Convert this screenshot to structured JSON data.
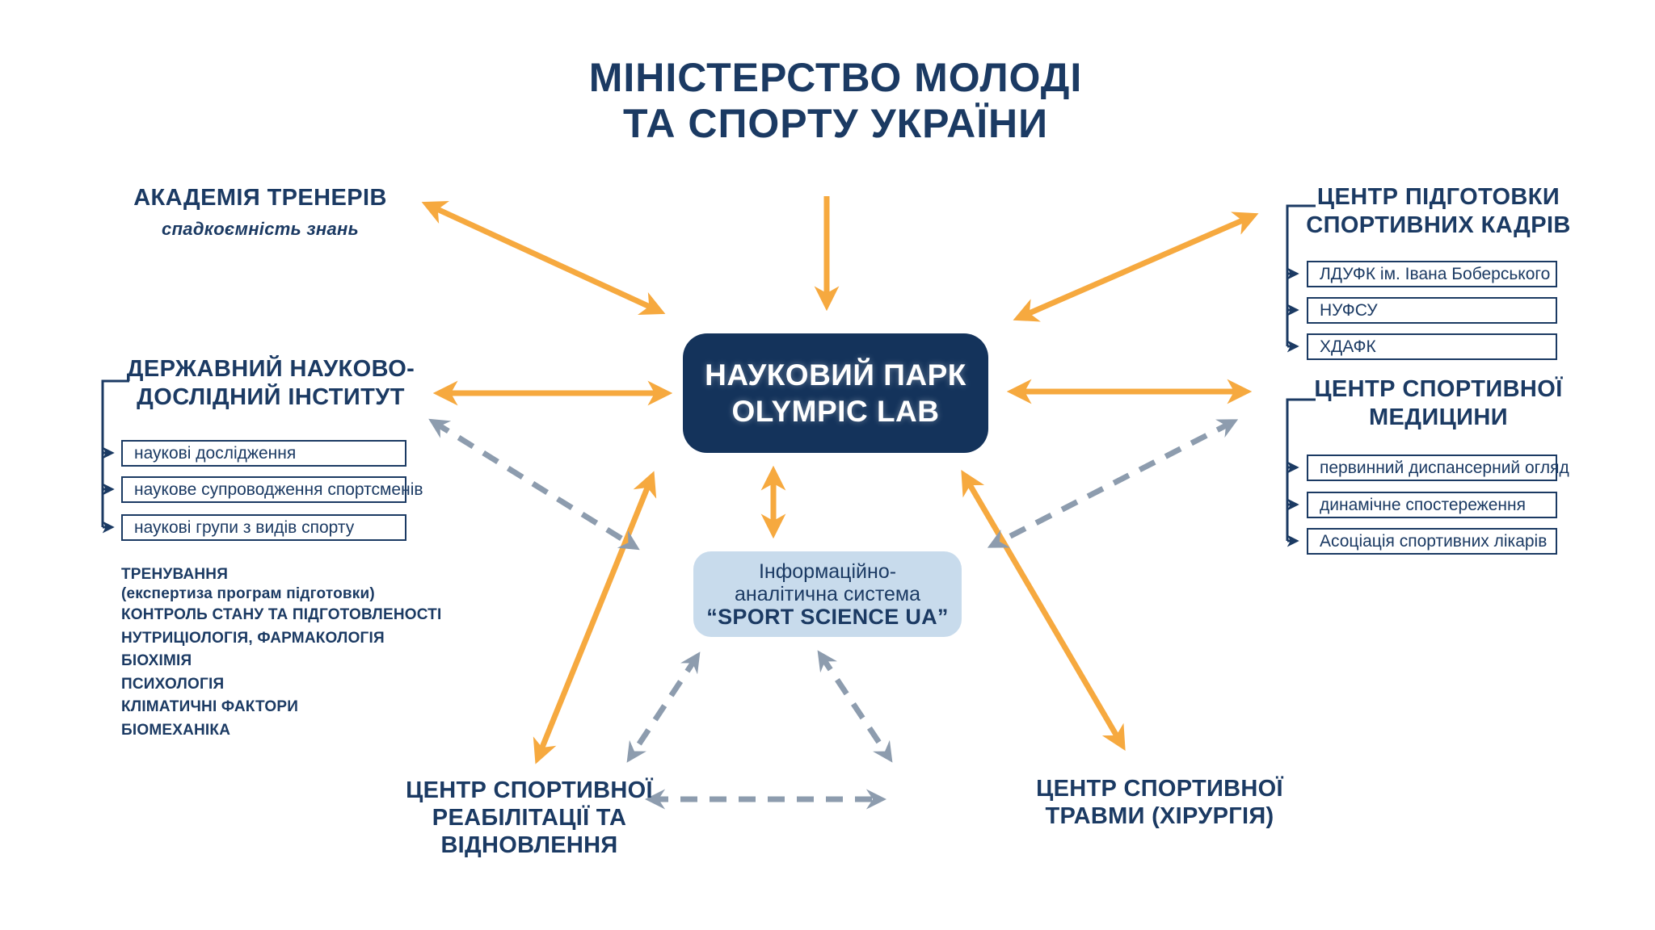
{
  "colors": {
    "navy": "#1b3a63",
    "navy_deep": "#14335b",
    "orange": "#f6a93f",
    "gray": "#8d9cae",
    "light_blue": "#c8dbec",
    "white": "#ffffff"
  },
  "title": {
    "line1": "МІНІСТЕРСТВО МОЛОДІ",
    "line2": "ТА СПОРТУ УКРАЇНИ"
  },
  "central": {
    "line1": "НАУКОВИЙ ПАРК",
    "line2": "OLYMPIC LAB"
  },
  "info_system": {
    "line1": "Інформаційно-",
    "line2": "аналітична система",
    "line3": "“SPORT SCIENCE UA”"
  },
  "academy": {
    "title": "АКАДЕМІЯ ТРЕНЕРІВ",
    "subtitle": "спадкоємність знань"
  },
  "institute": {
    "title_line1": "ДЕРЖАВНИЙ НАУКОВО-",
    "title_line2": "ДОСЛІДНИЙ ІНСТИТУТ",
    "items": [
      "наукові дослідження",
      "наукове супроводження спортсменів",
      "наукові групи з видів спорту"
    ]
  },
  "disciplines": [
    "ТРЕНУВАННЯ",
    "(експертиза програм підготовки)",
    "КОНТРОЛЬ СТАНУ ТА ПІДГОТОВЛЕНОСТІ",
    "НУТРИЦІОЛОГІЯ, ФАРМАКОЛОГІЯ",
    "БІОХІМІЯ",
    "ПСИХОЛОГІЯ",
    "КЛІМАТИЧНІ ФАКТОРИ",
    "БІОМЕХАНІКА"
  ],
  "training_center": {
    "title_line1": "ЦЕНТР ПІДГОТОВКИ",
    "title_line2": "СПОРТИВНИХ КАДРІВ",
    "items": [
      "ЛДУФК ім. Івана Боберського",
      "НУФСУ",
      "ХДАФК"
    ]
  },
  "medicine_center": {
    "title_line1": "ЦЕНТР СПОРТИВНОЇ",
    "title_line2": "МЕДИЦИНИ",
    "items": [
      "первинний диспансерний огляд",
      "динамічне спостереження",
      "Асоціація спортивних лікарів"
    ]
  },
  "rehab_center": {
    "line1": "ЦЕНТР СПОРТИВНОЇ",
    "line2": "РЕАБІЛІТАЦІЇ ТА",
    "line3": "ВІДНОВЛЕННЯ"
  },
  "trauma_center": {
    "line1": "ЦЕНТР СПОРТИВНОЇ",
    "line2": "ТРАВМИ (ХІРУРГІЯ)"
  }
}
